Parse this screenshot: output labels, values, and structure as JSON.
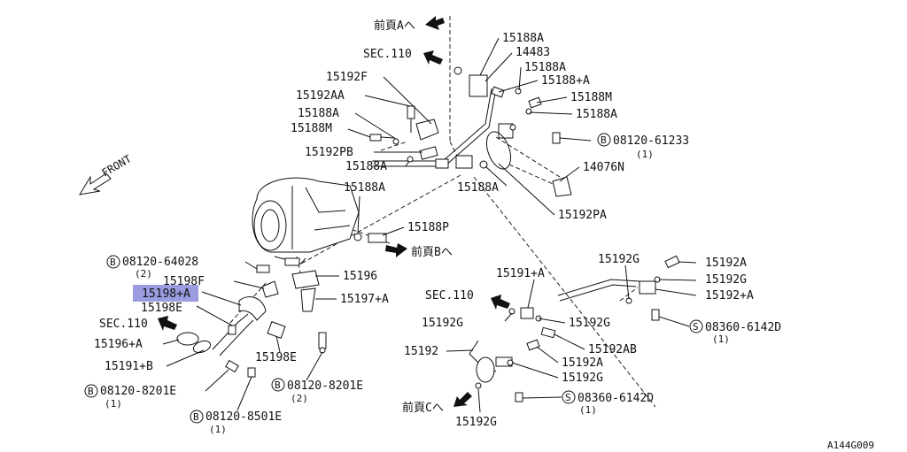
{
  "diagram_code": "A144G009",
  "front_label": "FRONT",
  "page_refs": {
    "prev_a": "前頁Aへ",
    "prev_b": "前頁Bへ",
    "prev_c": "前頁Cへ"
  },
  "sec_refs": [
    "SEC.110",
    "SEC.110",
    "SEC.110"
  ],
  "selected_part": "15198+A",
  "highlight_color": "#9b9be0",
  "parts": {
    "p15188A_1": "15188A",
    "p14483": "14483",
    "p15188A_2": "15188A",
    "p15188plusA": "15188+A",
    "p15188M_1": "15188M",
    "p15188A_3": "15188A",
    "p15192F": "15192F",
    "p15192AA": "15192AA",
    "p15188A_4": "15188A",
    "p15188M_2": "15188M",
    "p15192PB": "15192PB",
    "p15188A_5": "15188A",
    "p15188A_6": "15188A",
    "p15188A_7": "15188A",
    "p14076N": "14076N",
    "p15192PA": "15192PA",
    "p15188P": "15188P",
    "p15196": "15196",
    "p15198F": "15198F",
    "p15198E_1": "15198E",
    "p15197plusA": "15197+A",
    "p15196plusA": "15196+A",
    "p15191plusB": "15191+B",
    "p15198E_2": "15198E",
    "p15192G_1": "15192G",
    "p15192A_1": "15192A",
    "p15192G_2": "15192G",
    "p15192plusA": "15192+A",
    "p15191plusA": "15191+A",
    "p15192G_3": "15192G",
    "p15192G_4": "15192G",
    "p15192AB": "15192AB",
    "p15192": "15192",
    "p15192A_2": "15192A",
    "p15192G_5": "15192G",
    "p15192G_6": "15192G"
  },
  "std_parts": [
    {
      "mark": "B",
      "code": "08120-61233",
      "qty": "(1)"
    },
    {
      "mark": "B",
      "code": "08120-64028",
      "qty": "(2)"
    },
    {
      "mark": "S",
      "code": "08360-6142D",
      "qty": "(1)"
    },
    {
      "mark": "B",
      "code": "08120-8201E",
      "qty": "(1)"
    },
    {
      "mark": "B",
      "code": "08120-8201E",
      "qty": "(2)"
    },
    {
      "mark": "B",
      "code": "08120-8501E",
      "qty": "(1)"
    },
    {
      "mark": "S",
      "code": "08360-6142D",
      "qty": "(1)"
    }
  ]
}
